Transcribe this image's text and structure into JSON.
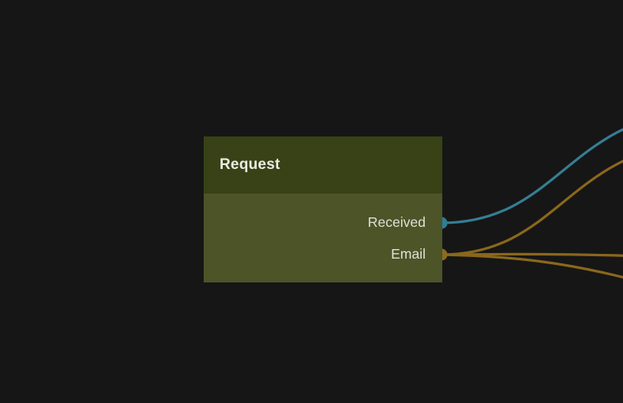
{
  "canvas": {
    "background": "#161616"
  },
  "node": {
    "title": "Request",
    "header_color": "#384216",
    "body_color": "#4c5428",
    "title_color": "#e9ebe3",
    "label_color": "#dee1d5",
    "outputs": [
      {
        "label": "Received",
        "port_color": "#2e7e96"
      },
      {
        "label": "Email",
        "port_color": "#8d6b20"
      }
    ]
  },
  "wires": [
    {
      "from": "Received",
      "color": "#357e94"
    },
    {
      "from": "Email",
      "color": "#8a671c"
    },
    {
      "from": "Email",
      "color": "#8a671c"
    },
    {
      "from": "Email",
      "color": "#8a671c"
    }
  ]
}
